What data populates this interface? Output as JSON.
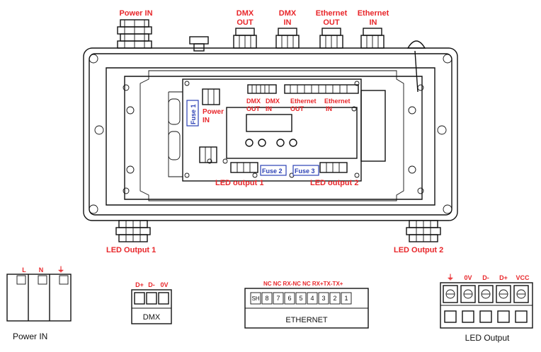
{
  "top_labels": {
    "power_in": "Power IN",
    "dmx_out": [
      "DMX",
      "OUT"
    ],
    "dmx_in": [
      "DMX",
      "IN"
    ],
    "ethernet_out": [
      "Ethernet",
      "OUT"
    ],
    "ethernet_in": [
      "Ethernet",
      "IN"
    ]
  },
  "pcb_labels": {
    "fuse1": "Fuse 1",
    "power_in": [
      "Power",
      "IN"
    ],
    "dmx_out": [
      "DMX",
      "OUT"
    ],
    "dmx_in": [
      "DMX",
      "IN"
    ],
    "ethernet_out": [
      "Ethernet",
      "OUT"
    ],
    "ethernet_in": [
      "Ethernet",
      "IN"
    ],
    "fuse2": "Fuse 2",
    "fuse3": "Fuse 3",
    "led_output1": "LED output 1",
    "led_output2": "LED output 2"
  },
  "bottom_labels": {
    "led_output1": "LED Output 1",
    "led_output2": "LED Output 2"
  },
  "power_in_terminal": {
    "pins": [
      "L",
      "N",
      "⏚"
    ],
    "caption": "Power IN"
  },
  "dmx_terminal": {
    "pins": [
      "D+",
      "D-",
      "0V"
    ],
    "caption": "DMX"
  },
  "ethernet_terminal": {
    "header": "NC NC RX-NC NC RX+TX-TX+",
    "pins": [
      "SH",
      "8",
      "7",
      "6",
      "5",
      "4",
      "3",
      "2",
      "1"
    ],
    "caption": "ETHERNET"
  },
  "led_output_terminal": {
    "pins": [
      "⏚",
      "0V",
      "D-",
      "D+",
      "VCC"
    ],
    "caption": "LED Output"
  },
  "colors": {
    "label_red": "#e8262a",
    "fuse_blue": "#2a3fb5",
    "line": "#111111"
  }
}
